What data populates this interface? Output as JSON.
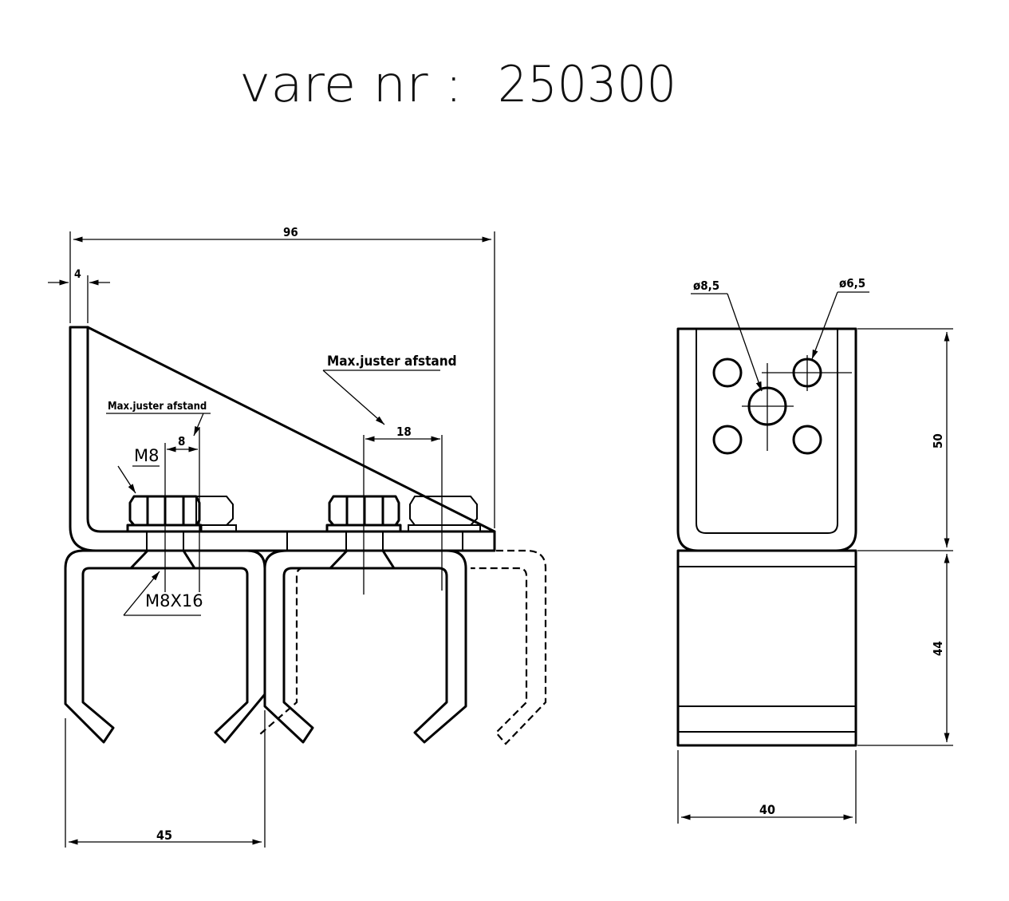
{
  "title": {
    "prefix": "vare nr :",
    "number": "250300"
  },
  "front_view": {
    "dim_width": "96",
    "dim_wall": "4",
    "dim_bottom": "45",
    "dim_adjust_small": "8",
    "dim_adjust_large": "18",
    "label_max_adjust_left": "Max.juster afstand",
    "label_max_adjust_right": "Max.juster afstand",
    "label_bolt": "M8",
    "label_screw": "M8X16"
  },
  "side_view": {
    "dim_hole_large": "ø8,5",
    "dim_hole_small": "ø6,5",
    "dim_height_upper": "50",
    "dim_height_lower": "44",
    "dim_width": "40"
  }
}
